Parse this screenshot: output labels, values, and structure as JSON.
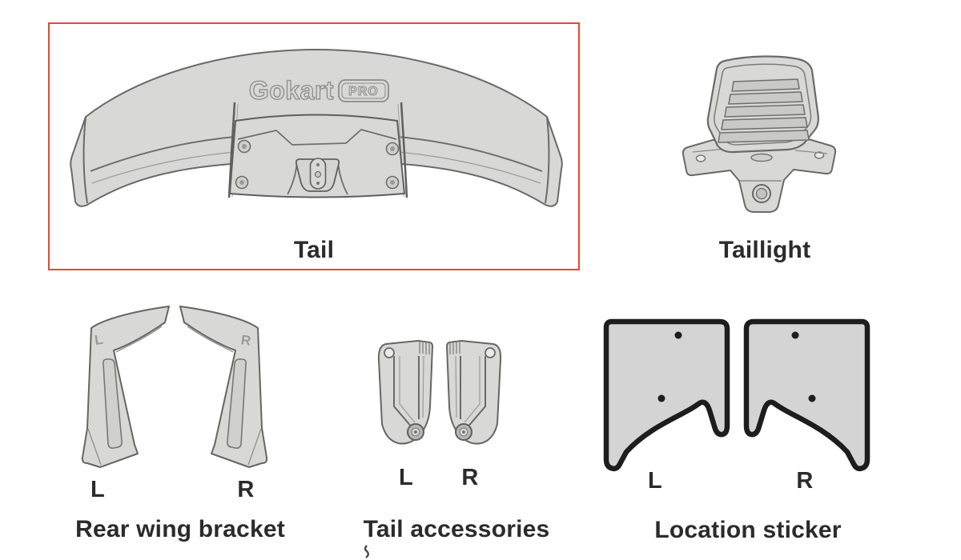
{
  "selection": {
    "selected_part": "Tail"
  },
  "colors": {
    "selection_red": "#e6482b",
    "part_fill": "#d8d8d6",
    "part_stroke": "#6a6a6a",
    "sticker_outline": "#1d1d1d",
    "label_text": "#2b2b2b",
    "background": "#ffffff"
  },
  "parts": {
    "tail": {
      "label": "Tail",
      "selected": true,
      "logo": {
        "brand": "Gokart",
        "badge": "PRO"
      }
    },
    "taillight": {
      "label": "Taillight",
      "selected": false
    },
    "rear_wing_bracket": {
      "label": "Rear wing bracket",
      "selected": false,
      "left": "L",
      "right": "R",
      "embossed_left": "L",
      "embossed_right": "R"
    },
    "tail_accessories": {
      "label": "Tail accessories",
      "selected": false,
      "left": "L",
      "right": "R"
    },
    "location_sticker": {
      "label": "Location sticker",
      "selected": false,
      "left": "L",
      "right": "R"
    }
  }
}
